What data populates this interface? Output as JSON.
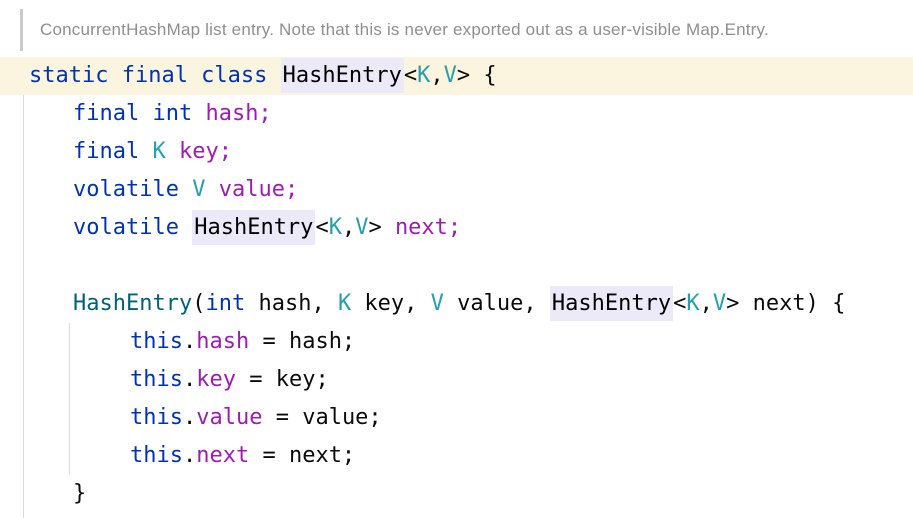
{
  "doc_comment": {
    "text": "ConcurrentHashMap list entry. Note that this is never exported out as a user-visible Map.Entry."
  },
  "colors": {
    "keyword": "#0033B3",
    "type_param": "#28A0AC",
    "field": "#9E1CB4",
    "ctor": "#00627A",
    "plain": "#0B0B0B",
    "classref": "#000000",
    "line_highlight_bg": "#FBF4DE",
    "identifier_highlight_bg": "#ECEAF8",
    "comment_text": "#8F8F8F",
    "doc_comment_bar": "#CBCBCB",
    "indent_guide": "#DADADA",
    "background": "#FFFFFF"
  },
  "code": {
    "language": "Java",
    "lines": [
      {
        "indent": 0,
        "highlighted": true,
        "tokens": [
          {
            "t": "static final class ",
            "c": "keyword"
          },
          {
            "t": "HashEntry",
            "c": "classref",
            "hl": true
          },
          {
            "t": "<",
            "c": "plain"
          },
          {
            "t": "K",
            "c": "type_param"
          },
          {
            "t": ",",
            "c": "plain"
          },
          {
            "t": "V",
            "c": "type_param"
          },
          {
            "t": "> {",
            "c": "plain"
          }
        ]
      },
      {
        "indent": 1,
        "highlighted": false,
        "tokens": [
          {
            "t": "final int ",
            "c": "keyword"
          },
          {
            "t": "hash;",
            "c": "field"
          }
        ]
      },
      {
        "indent": 1,
        "highlighted": false,
        "tokens": [
          {
            "t": "final ",
            "c": "keyword"
          },
          {
            "t": "K",
            "c": "type_param"
          },
          {
            "t": " ",
            "c": "plain"
          },
          {
            "t": "key;",
            "c": "field"
          }
        ]
      },
      {
        "indent": 1,
        "highlighted": false,
        "tokens": [
          {
            "t": "volatile ",
            "c": "keyword"
          },
          {
            "t": "V",
            "c": "type_param"
          },
          {
            "t": " ",
            "c": "plain"
          },
          {
            "t": "value;",
            "c": "field"
          }
        ]
      },
      {
        "indent": 1,
        "highlighted": false,
        "tokens": [
          {
            "t": "volatile ",
            "c": "keyword"
          },
          {
            "t": "HashEntry",
            "c": "classref",
            "hl": true
          },
          {
            "t": "<",
            "c": "plain"
          },
          {
            "t": "K",
            "c": "type_param"
          },
          {
            "t": ",",
            "c": "plain"
          },
          {
            "t": "V",
            "c": "type_param"
          },
          {
            "t": "> ",
            "c": "plain"
          },
          {
            "t": "next;",
            "c": "field"
          }
        ]
      },
      {
        "indent": 0,
        "highlighted": false,
        "tokens": []
      },
      {
        "indent": 1,
        "highlighted": false,
        "tokens": [
          {
            "t": "HashEntry",
            "c": "ctor"
          },
          {
            "t": "(",
            "c": "plain"
          },
          {
            "t": "int",
            "c": "keyword"
          },
          {
            "t": " hash, ",
            "c": "plain"
          },
          {
            "t": "K",
            "c": "type_param"
          },
          {
            "t": " key, ",
            "c": "plain"
          },
          {
            "t": "V",
            "c": "type_param"
          },
          {
            "t": " value, ",
            "c": "plain"
          },
          {
            "t": "HashEntry",
            "c": "classref",
            "hl": true
          },
          {
            "t": "<",
            "c": "plain"
          },
          {
            "t": "K",
            "c": "type_param"
          },
          {
            "t": ",",
            "c": "plain"
          },
          {
            "t": "V",
            "c": "type_param"
          },
          {
            "t": "> next) {",
            "c": "plain"
          }
        ]
      },
      {
        "indent": 2,
        "highlighted": false,
        "tokens": [
          {
            "t": "this",
            "c": "keyword"
          },
          {
            "t": ".",
            "c": "plain"
          },
          {
            "t": "hash",
            "c": "field"
          },
          {
            "t": " = hash;",
            "c": "plain"
          }
        ]
      },
      {
        "indent": 2,
        "highlighted": false,
        "tokens": [
          {
            "t": "this",
            "c": "keyword"
          },
          {
            "t": ".",
            "c": "plain"
          },
          {
            "t": "key",
            "c": "field"
          },
          {
            "t": " = key;",
            "c": "plain"
          }
        ]
      },
      {
        "indent": 2,
        "highlighted": false,
        "tokens": [
          {
            "t": "this",
            "c": "keyword"
          },
          {
            "t": ".",
            "c": "plain"
          },
          {
            "t": "value",
            "c": "field"
          },
          {
            "t": " = value;",
            "c": "plain"
          }
        ]
      },
      {
        "indent": 2,
        "highlighted": false,
        "tokens": [
          {
            "t": "this",
            "c": "keyword"
          },
          {
            "t": ".",
            "c": "plain"
          },
          {
            "t": "next",
            "c": "field"
          },
          {
            "t": " = next;",
            "c": "plain"
          }
        ]
      },
      {
        "indent": 1,
        "highlighted": false,
        "tokens": [
          {
            "t": "}",
            "c": "plain"
          }
        ]
      }
    ]
  }
}
